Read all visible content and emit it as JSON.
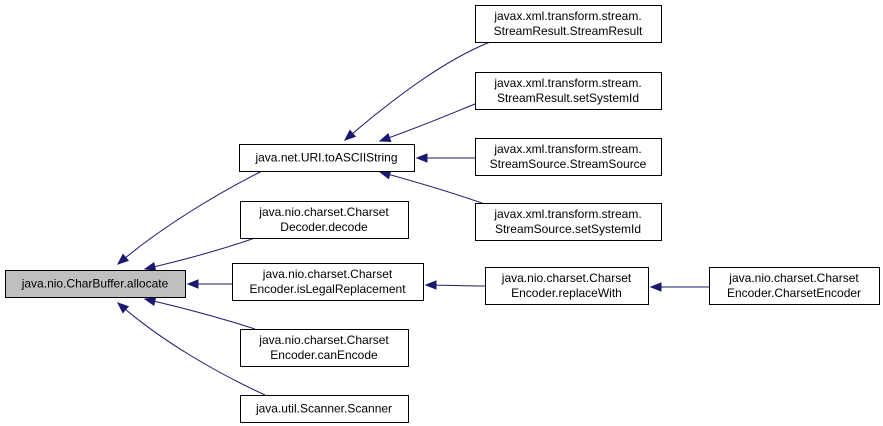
{
  "diagram": {
    "colors": {
      "edge": "#191970",
      "root_fill": "#bfbfbf",
      "node_fill": "#ffffff",
      "border": "#000000",
      "text": "#000000"
    },
    "nodes": [
      {
        "id": "charbuffer-allocate",
        "lines": [
          "java.nio.CharBuffer.allocate"
        ]
      },
      {
        "id": "uri-toasciistring",
        "lines": [
          "java.net.URI.toASCIIString"
        ]
      },
      {
        "id": "charsetdecoder-decode",
        "lines": [
          "java.nio.charset.Charset",
          "Decoder.decode"
        ]
      },
      {
        "id": "charsetencoder-islegalreplacement",
        "lines": [
          "java.nio.charset.Charset",
          "Encoder.isLegalReplacement"
        ]
      },
      {
        "id": "charsetencoder-canencode",
        "lines": [
          "java.nio.charset.Charset",
          "Encoder.canEncode"
        ]
      },
      {
        "id": "scanner-scanner",
        "lines": [
          "java.util.Scanner.Scanner"
        ]
      },
      {
        "id": "streamresult-streamresult",
        "lines": [
          "javax.xml.transform.stream.",
          "StreamResult.StreamResult"
        ]
      },
      {
        "id": "streamresult-setsystemid",
        "lines": [
          "javax.xml.transform.stream.",
          "StreamResult.setSystemId"
        ]
      },
      {
        "id": "streamsource-streamsource",
        "lines": [
          "javax.xml.transform.stream.",
          "StreamSource.StreamSource"
        ]
      },
      {
        "id": "streamsource-setsystemid",
        "lines": [
          "javax.xml.transform.stream.",
          "StreamSource.setSystemId"
        ]
      },
      {
        "id": "charsetencoder-replacewith",
        "lines": [
          "java.nio.charset.Charset",
          "Encoder.replaceWith"
        ]
      },
      {
        "id": "charsetencoder-charsetencoder",
        "lines": [
          "java.nio.charset.Charset",
          "Encoder.CharsetEncoder"
        ]
      }
    ],
    "edges": [
      {
        "from": "uri-toasciistring",
        "to": "charbuffer-allocate"
      },
      {
        "from": "charsetdecoder-decode",
        "to": "charbuffer-allocate"
      },
      {
        "from": "charsetencoder-islegalreplacement",
        "to": "charbuffer-allocate"
      },
      {
        "from": "charsetencoder-canencode",
        "to": "charbuffer-allocate"
      },
      {
        "from": "scanner-scanner",
        "to": "charbuffer-allocate"
      },
      {
        "from": "streamresult-streamresult",
        "to": "uri-toasciistring"
      },
      {
        "from": "streamresult-setsystemid",
        "to": "uri-toasciistring"
      },
      {
        "from": "streamsource-streamsource",
        "to": "uri-toasciistring"
      },
      {
        "from": "streamsource-setsystemid",
        "to": "uri-toasciistring"
      },
      {
        "from": "charsetencoder-replacewith",
        "to": "charsetencoder-islegalreplacement"
      },
      {
        "from": "charsetencoder-charsetencoder",
        "to": "charsetencoder-replacewith"
      }
    ]
  }
}
